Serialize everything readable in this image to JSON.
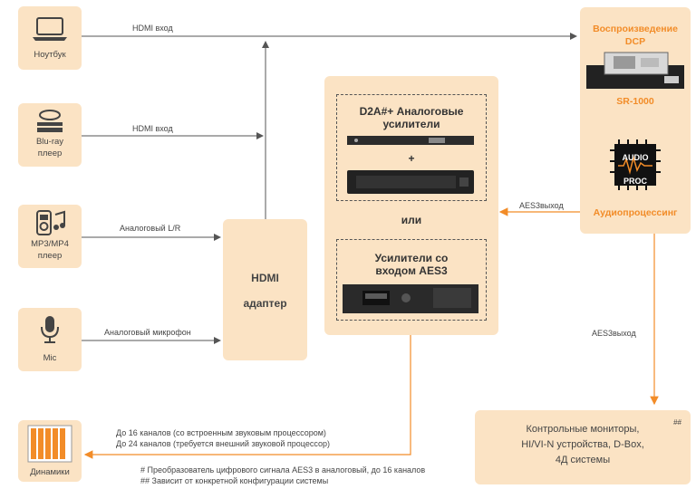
{
  "sources": {
    "laptop": "Ноутбук",
    "bluray_line1": "Blu-ray",
    "bluray_line2": "плеер",
    "mp3_line1": "MP3/MP4",
    "mp3_line2": "плеер",
    "mic": "Mic"
  },
  "connections": {
    "hdmi_in_1": "HDMI вход",
    "hdmi_in_2": "HDMI вход",
    "analog_lr": "Аналоговый L/R",
    "analog_mic": "Аналоговый микрофон",
    "aes3_out_1": "AES3выход",
    "aes3_out_2": "AES3выход"
  },
  "adapter": {
    "line1": "HDMI",
    "line2": "адаптер"
  },
  "amplifiers": {
    "title_line1": "D2A#+ Аналоговые",
    "title_line2": "усилители",
    "plus": "+",
    "or": "или",
    "aes3_title_line1": "Усилители со",
    "aes3_title_line2": "входом AES3"
  },
  "dcp": {
    "title_line1": "Воспроизведение",
    "title_line2": "DCP",
    "model": "SR-1000",
    "chip_line1": "AUDIO",
    "chip_line2": "PROC",
    "processing": "Аудиопроцессинг"
  },
  "monitors": {
    "line1": "Контрольные мониторы,",
    "line2": "HI/VI-N устройства, D-Box,",
    "line3": "4Д системы",
    "mark": "##"
  },
  "speakers": {
    "label": "Динамики",
    "note1": "До 16 каналов (со встроенным звуковым процессором)",
    "note2": "До 24 каналов (требуется внешний звуковой процессор)"
  },
  "footnotes": {
    "f1": "# Преобразователь цифрового сигнала AES3 в аналоговый, до 16 каналов",
    "f2": "## Зависит от конкретной конфигурации системы"
  },
  "colors": {
    "box": "#fbe3c4",
    "accent": "#f28c28",
    "wire": "#555555",
    "orange_wire": "#f28c28"
  }
}
